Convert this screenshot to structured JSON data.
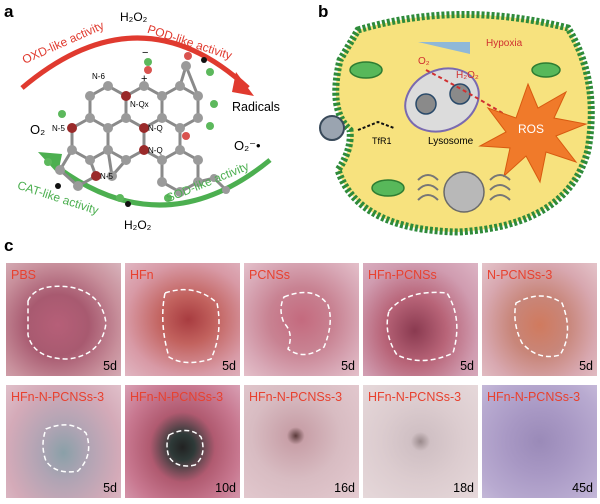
{
  "panels": {
    "a": {
      "letter": "a",
      "h2o2_top": "H₂O₂",
      "h2o2_bottom": "H₂O₂",
      "oxd_label": "OXD-like activity",
      "pod_label": "POD-like activity",
      "cat_label": "CAT-like activity",
      "sod_label": "SOD-like activity",
      "o2_left": "O₂",
      "radicals": "Radicals",
      "superoxide": "O₂⁻•",
      "atom_labels": [
        "N-6",
        "N-Qx",
        "N-5",
        "N-Q",
        "N-Q",
        "N-5"
      ],
      "colors": {
        "red_arrow": "#e03a2f",
        "green_arrow": "#4caf50"
      }
    },
    "b": {
      "letter": "b",
      "o2": "O₂",
      "h2o2": "H₂O₂",
      "hypoxia": "Hypoxia",
      "ros": "ROS",
      "tfr1": "TfR1",
      "lysosome": "Lysosome",
      "colors": {
        "cell": "#f7e27e",
        "membrane": "#2e8b3a",
        "ros": "#f07a2a"
      }
    },
    "c": {
      "letter": "c",
      "tiles": [
        {
          "label": "PBS",
          "day": "5d"
        },
        {
          "label": "HFn",
          "day": "5d"
        },
        {
          "label": "PCNSs",
          "day": "5d"
        },
        {
          "label": "HFn-PCNSs",
          "day": "5d"
        },
        {
          "label": "N-PCNSs-3",
          "day": "5d"
        },
        {
          "label": "HFn-N-PCNSs-3",
          "day": "5d"
        },
        {
          "label": "HFn-N-PCNSs-3",
          "day": "10d"
        },
        {
          "label": "HFn-N-PCNSs-3",
          "day": "16d"
        },
        {
          "label": "HFn-N-PCNSs-3",
          "day": "18d"
        },
        {
          "label": "HFn-N-PCNSs-3",
          "day": "45d"
        }
      ],
      "colors": {
        "label": "#e8412f"
      }
    }
  }
}
